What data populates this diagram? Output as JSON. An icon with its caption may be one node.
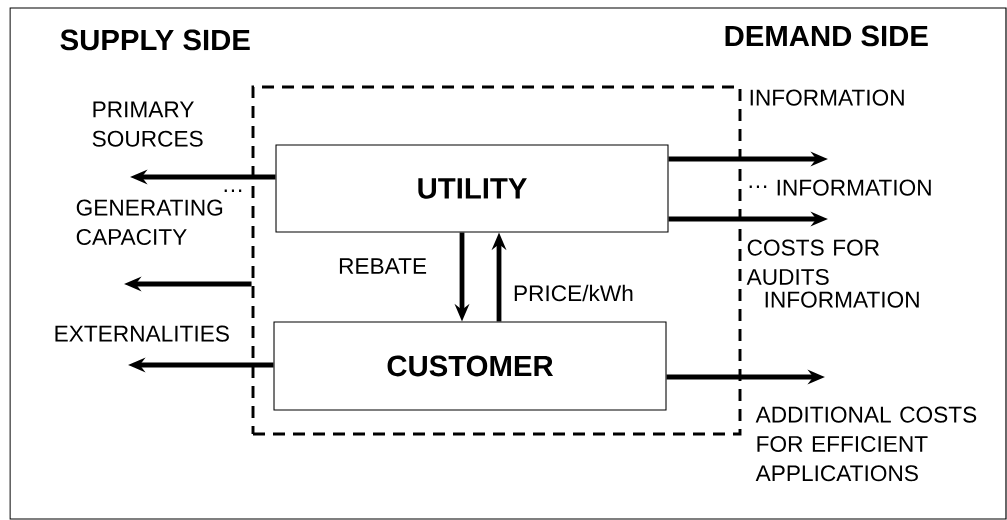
{
  "diagram": {
    "nodes": [
      {
        "text": [],
        "shape": "box"
      },
      {
        "text": [
          "UTILITY"
        ],
        "in": 0
      },
      {
        "text": [
          "CUSTOMER"
        ],
        "in": 0
      }
    ],
    "edges": [
      {
        "from": 1,
        "to": 2,
        "arrow": "to",
        "label": "REBATE"
      },
      {
        "from": 2,
        "to": 1,
        "arrow": "to",
        "label": "PRICE/kWh"
      },
      {
        "from": 1,
        "to": null,
        "arrow": "to"
      },
      {
        "from": 0,
        "to": null,
        "arrow": "to"
      },
      {
        "from": 2,
        "to": null,
        "arrow": "to"
      },
      {
        "from": 1,
        "to": null,
        "arrow": "to"
      },
      {
        "from": 1,
        "to": null,
        "arrow": "to"
      },
      {
        "from": 2,
        "to": null,
        "arrow": "to"
      }
    ],
    "labels": [
      "SUPPLY SIDE",
      "DEMAND SIDE",
      "PRIMARY SOURCES",
      "INFORMATION",
      "INFORMATION",
      "…",
      "…",
      "GENERATING CAPACITY",
      "COSTS FOR AUDITS",
      "INFORMATION",
      "EXTERNALITIES",
      "ADDITIONAL COSTS FOR EFFICIENT APPLICATIONS"
    ]
  }
}
